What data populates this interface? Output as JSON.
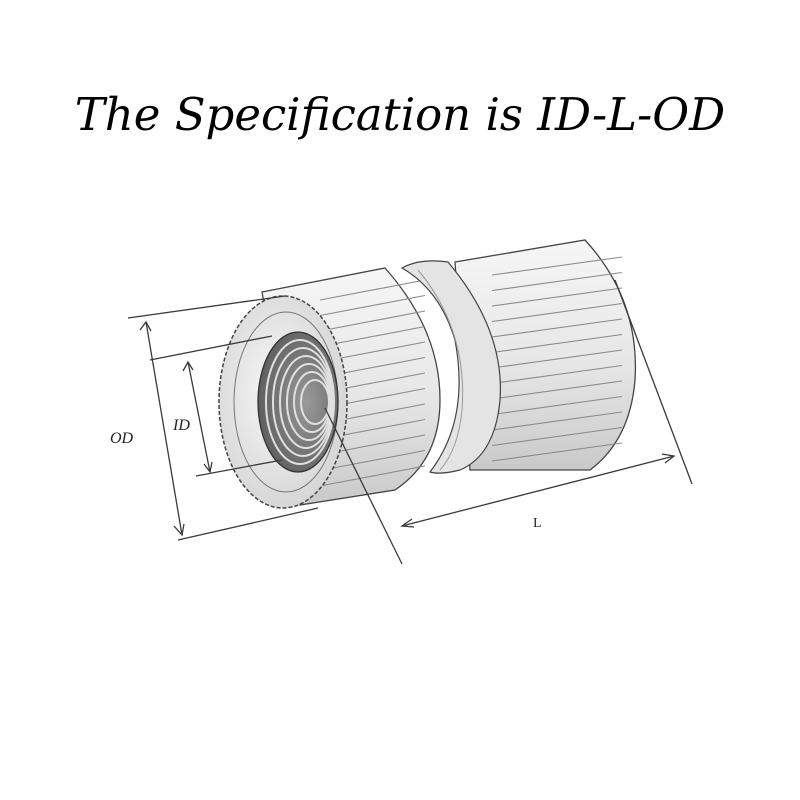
{
  "title": "The Specification is ID-L-OD",
  "labels": {
    "od": "OD",
    "id": "ID",
    "l": "L"
  },
  "colors": {
    "line": "#3a3a3a",
    "metal_light": "#ececec",
    "metal_shade": "#bdbdbd",
    "background": "#ffffff"
  }
}
